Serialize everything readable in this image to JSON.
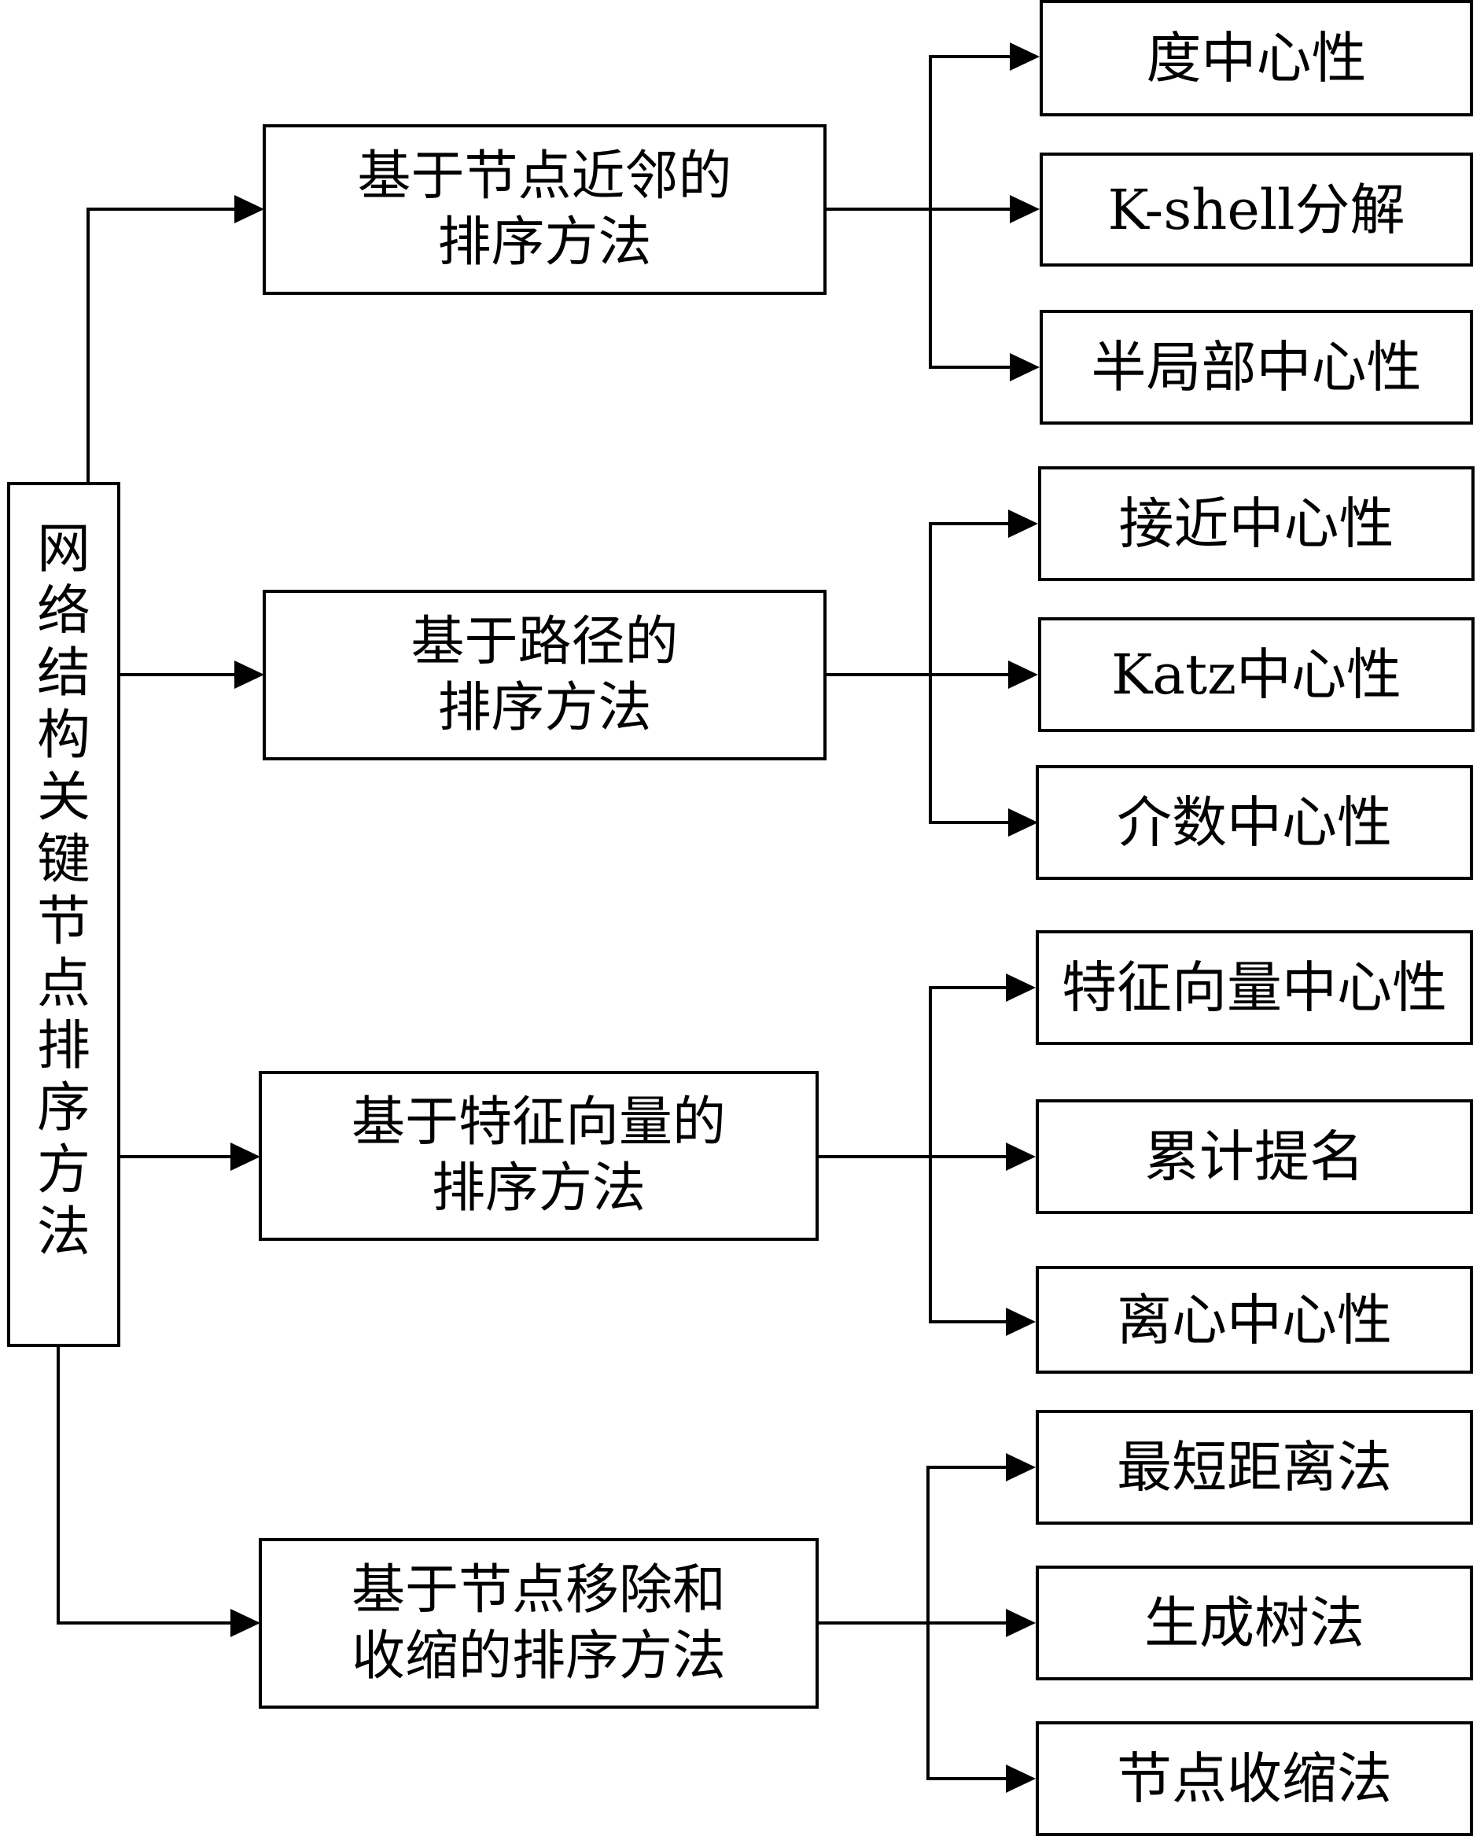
{
  "diagram": {
    "root": {
      "label": "网络结构关键节点排序方法",
      "chars": [
        "网",
        "络",
        "结",
        "构",
        "关",
        "键",
        "节",
        "点",
        "排",
        "序",
        "方",
        "法"
      ]
    },
    "categories": [
      {
        "line1": "基于节点近邻的",
        "line2": "排序方法",
        "methods": [
          "度中心性",
          "K-shell分解",
          "半局部中心性"
        ]
      },
      {
        "line1": "基于路径的",
        "line2": "排序方法",
        "methods": [
          "接近中心性",
          "Katz中心性",
          "介数中心性"
        ]
      },
      {
        "line1": "基于特征向量的",
        "line2": "排序方法",
        "methods": [
          "特征向量中心性",
          "累计提名",
          "离心中心性"
        ]
      },
      {
        "line1": "基于节点移除和",
        "line2": "收缩的排序方法",
        "methods": [
          "最短距离法",
          "生成树法",
          "节点收缩法"
        ]
      }
    ]
  }
}
